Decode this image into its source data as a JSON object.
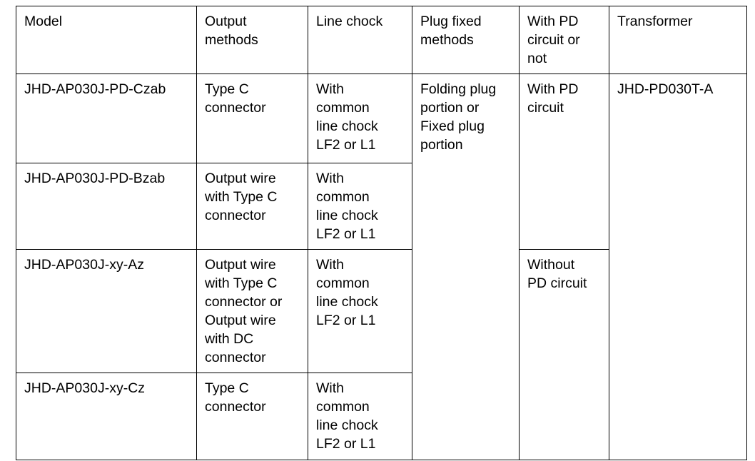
{
  "table": {
    "columns": [
      {
        "key": "model",
        "header": "Model"
      },
      {
        "key": "output_methods",
        "header": "Output\nmethods"
      },
      {
        "key": "line_chock",
        "header": "Line chock"
      },
      {
        "key": "plug_fixed_methods",
        "header": "Plug fixed\nmethods"
      },
      {
        "key": "pd_circuit",
        "header": "With PD\ncircuit or\nnot"
      },
      {
        "key": "transformer",
        "header": "Transformer"
      }
    ],
    "rows": [
      {
        "model": "JHD-AP030J-PD-Czab",
        "output_methods": "Type C\nconnector",
        "line_chock": "With\ncommon\nline chock\nLF2 or L1",
        "plug_fixed_methods": "Folding plug\nportion or\nFixed plug\nportion",
        "pd_circuit": "With PD\ncircuit",
        "transformer": "JHD-PD030T-A"
      },
      {
        "model": "JHD-AP030J-PD-Bzab",
        "output_methods": "Output wire\nwith Type C\nconnector",
        "line_chock": "With\ncommon\nline chock\nLF2 or L1"
      },
      {
        "model": "JHD-AP030J-xy-Az",
        "output_methods": "Output wire\nwith Type C\nconnector or\nOutput wire\nwith DC\nconnector",
        "line_chock": "With\ncommon\nline chock\nLF2 or L1",
        "pd_circuit": "Without\nPD circuit"
      },
      {
        "model": "JHD-AP030J-xy-Cz",
        "output_methods": "Type C\nconnector",
        "line_chock": "With\ncommon\nline chock\nLF2 or L1"
      }
    ]
  },
  "colors": {
    "border": "#000000",
    "text": "#000000",
    "background": "#ffffff"
  }
}
